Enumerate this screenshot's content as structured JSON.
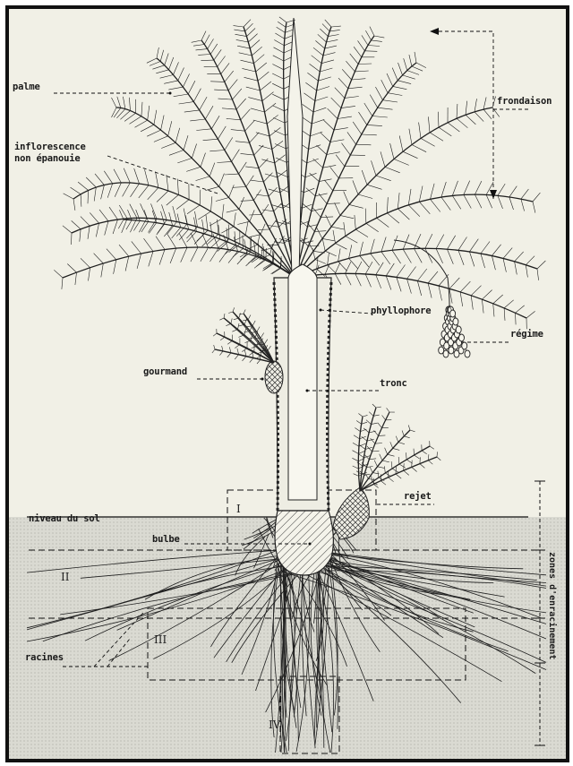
{
  "labels": {
    "palme": "palme",
    "inflorescence_1": "inflorescence",
    "inflorescence_2": "non épanouie",
    "frondaison": "frondaison",
    "phyllophore": "phyllophore",
    "regime": "régime",
    "gourmand": "gourmand",
    "tronc": "tronc",
    "rejet": "rejet",
    "niveau_du_sol": "niveau du sol",
    "bulbe": "bulbe",
    "racines": "racines",
    "zones": "zones d'enracinement"
  },
  "zones": [
    "I",
    "II",
    "III",
    "IV"
  ],
  "colors": {
    "soil": "#dadad2",
    "background": "#f1f0e6",
    "ink": "#1a1a1a"
  }
}
